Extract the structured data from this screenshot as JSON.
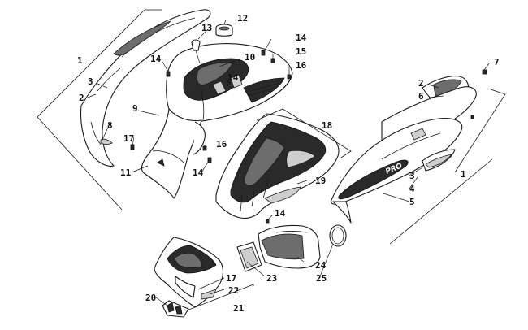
{
  "callouts": [
    {
      "id": "c1a",
      "label": "1"
    },
    {
      "id": "c3a",
      "label": "3"
    },
    {
      "id": "c2a",
      "label": "2"
    },
    {
      "id": "c8",
      "label": "8"
    },
    {
      "id": "c17a",
      "label": "17"
    },
    {
      "id": "c11",
      "label": "11"
    },
    {
      "id": "c9",
      "label": "9"
    },
    {
      "id": "c13",
      "label": "13"
    },
    {
      "id": "c12",
      "label": "12"
    },
    {
      "id": "c14a",
      "label": "14"
    },
    {
      "id": "c10",
      "label": "10"
    },
    {
      "id": "c14b",
      "label": "14"
    },
    {
      "id": "c14c",
      "label": "14"
    },
    {
      "id": "c15",
      "label": "15"
    },
    {
      "id": "c16a",
      "label": "16"
    },
    {
      "id": "c16b",
      "label": "16"
    },
    {
      "id": "c14d",
      "label": "14"
    },
    {
      "id": "c18",
      "label": "18"
    },
    {
      "id": "c19",
      "label": "19"
    },
    {
      "id": "c14e",
      "label": "14"
    },
    {
      "id": "c7",
      "label": "7"
    },
    {
      "id": "c2b",
      "label": "2"
    },
    {
      "id": "c6",
      "label": "6"
    },
    {
      "id": "c3b",
      "label": "3"
    },
    {
      "id": "c4",
      "label": "4"
    },
    {
      "id": "c1b",
      "label": "1"
    },
    {
      "id": "c5",
      "label": "5"
    },
    {
      "id": "c24",
      "label": "24"
    },
    {
      "id": "c25",
      "label": "25"
    },
    {
      "id": "c23",
      "label": "23"
    },
    {
      "id": "c17b",
      "label": "17"
    },
    {
      "id": "c22",
      "label": "22"
    },
    {
      "id": "c20",
      "label": "20"
    },
    {
      "id": "c21",
      "label": "21"
    }
  ],
  "decal": {
    "text": "PRO"
  }
}
